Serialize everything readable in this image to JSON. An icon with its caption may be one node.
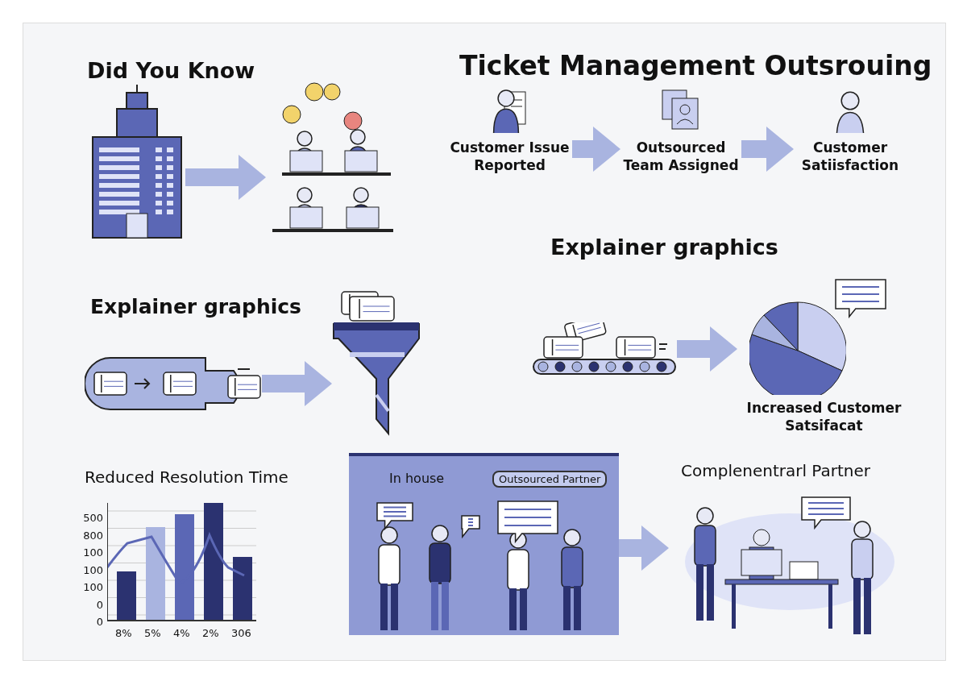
{
  "diagram": {
    "nodes": [
      {
        "text": [],
        "shape": "picture"
      },
      {
        "text": [],
        "shape": "picture"
      },
      {
        "text": [
          "Customer Issue Reported"
        ]
      },
      {
        "text": [
          "Outsourced Team Assigned"
        ]
      },
      {
        "text": [
          "Customer Satiisfaction"
        ]
      },
      {
        "text": [],
        "shape": "picture"
      },
      {
        "text": [],
        "shape": "picture"
      },
      {
        "text": [],
        "shape": "picture"
      },
      {
        "text": [
          "Increased Customer Satsifacat"
        ]
      },
      {
        "text": [
          "In house",
          "Outsourced Partner"
        ]
      },
      {
        "text": [
          "Complenentrarl Partner"
        ]
      }
    ],
    "edges": [
      {
        "from": 0,
        "to": 1,
        "arrow": "to"
      },
      {
        "from": 2,
        "to": 3,
        "arrow": "to"
      },
      {
        "from": 3,
        "to": 4,
        "arrow": "to"
      },
      {
        "from": 5,
        "to": 6,
        "arrow": "to"
      },
      {
        "from": 7,
        "to": 8,
        "arrow": "to"
      },
      {
        "from": 9,
        "to": 10,
        "arrow": "to"
      }
    ],
    "labels": [
      "Did You Know",
      "Ticket Management Outsrouing",
      "Explainer graphics",
      "Explainer graphics",
      "Reduced Resolution Time",
      "500",
      "800",
      "100",
      "100",
      "100",
      "0",
      "0",
      "8%",
      "5%",
      "4%",
      "2%",
      "306"
    ]
  }
}
